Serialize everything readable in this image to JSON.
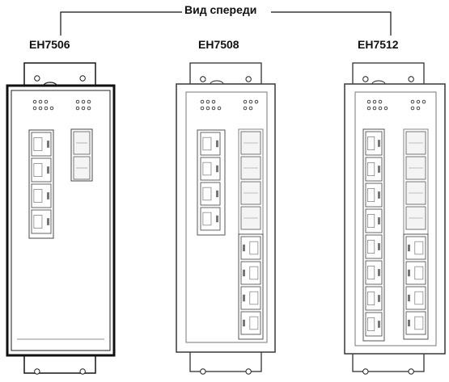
{
  "header": {
    "label": "Вид спереди"
  },
  "models": [
    {
      "name": "EH7506"
    },
    {
      "name": "EH7508"
    },
    {
      "name": "EH7512"
    }
  ]
}
